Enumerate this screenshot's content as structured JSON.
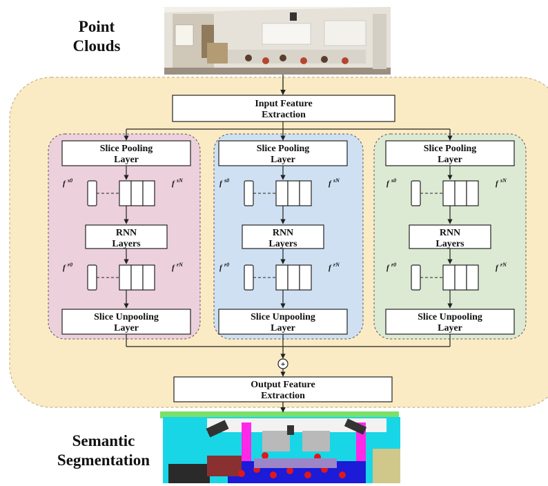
{
  "labels": {
    "point_clouds_line1": "Point",
    "point_clouds_line2": "Clouds",
    "semantic_line1": "Semantic",
    "semantic_line2": "Segmentation"
  },
  "boxes": {
    "input_feature_line1": "Input Feature",
    "input_feature_line2": "Extraction",
    "output_feature_line1": "Output Feature",
    "output_feature_line2": "Extraction",
    "slice_pooling_line1": "Slice Pooling",
    "slice_pooling_line2": "Layer",
    "rnn_line1": "RNN",
    "rnn_line2": "Layers",
    "slice_unpooling_line1": "Slice Unpooling",
    "slice_unpooling_line2": "Layer"
  },
  "feature_labels": {
    "fs_base": "f",
    "fs0_sup": "s0",
    "fsN_sup": "sN",
    "fr_base": "f",
    "fr0_sup": "r0",
    "frN_sup": "rN"
  },
  "sum_symbol": "+",
  "colors": {
    "main_bg": "#fbebc4",
    "main_border": "#c8b48a",
    "panel_pink": "#ecd0dc",
    "panel_blue": "#cfe0f2",
    "panel_green": "#dce9d3",
    "box_fill": "#ffffff",
    "stroke": "#222222"
  }
}
